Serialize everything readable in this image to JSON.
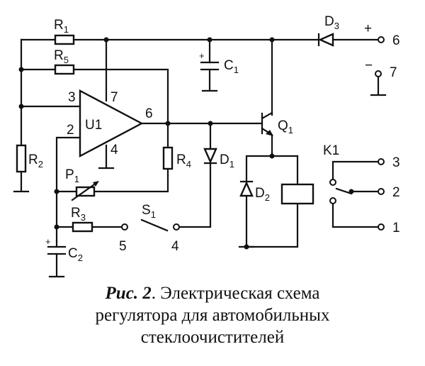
{
  "diagram": {
    "components": {
      "R1": {
        "name": "R",
        "sub": "1"
      },
      "R2": {
        "name": "R",
        "sub": "2"
      },
      "R3": {
        "name": "R",
        "sub": "3"
      },
      "R4": {
        "name": "R",
        "sub": "4"
      },
      "R5": {
        "name": "R",
        "sub": "5"
      },
      "C1": {
        "name": "C",
        "sub": "1"
      },
      "C2": {
        "name": "C",
        "sub": "2"
      },
      "D1": {
        "name": "D",
        "sub": "1"
      },
      "D2": {
        "name": "D",
        "sub": "2"
      },
      "D3": {
        "name": "D",
        "sub": "3"
      },
      "P1": {
        "name": "P",
        "sub": "1"
      },
      "Q1": {
        "name": "Q",
        "sub": "1"
      },
      "S1": {
        "name": "S",
        "sub": "1"
      },
      "U1": {
        "name": "U1"
      },
      "K1": {
        "name": "K1"
      }
    },
    "pins": {
      "u1_in3": "3",
      "u1_in2": "2",
      "u1_pwr": "7",
      "u1_out": "6",
      "u1_gnd": "4"
    },
    "terminals": {
      "t6": "6",
      "t7": "7",
      "t3": "3",
      "t2": "2",
      "t1": "1",
      "s1_a": "5",
      "s1_b": "4",
      "plus": "+",
      "minus": "−"
    },
    "polarity": {
      "c1": "+",
      "c2": "+"
    }
  },
  "caption": {
    "figure_label": "Рис. 2",
    "line1": ". Электрическая схема",
    "line2": "регулятора для автомобильных",
    "line3": "стеклоочистителей"
  }
}
